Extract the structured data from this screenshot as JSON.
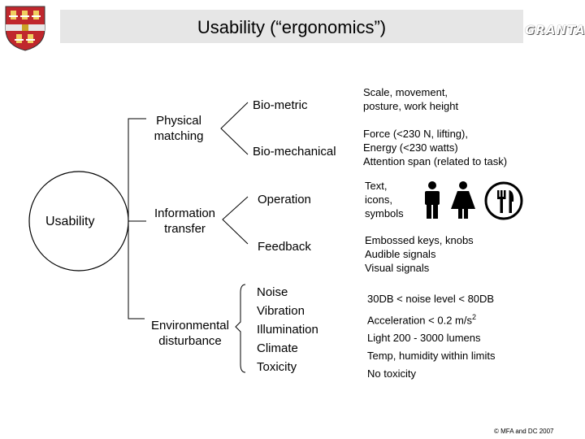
{
  "title": "Usability  (“ergonomics”)",
  "logo_right": "GRANTA",
  "usability": "Usability",
  "branches": {
    "physical": "Physical\nmatching",
    "information": "Information\ntransfer",
    "environmental": "Environmental\ndisturbance"
  },
  "physical_items": {
    "biometric": "Bio-metric",
    "biomechanical": "Bio-mechanical"
  },
  "information_items": {
    "operation": "Operation",
    "feedback": "Feedback"
  },
  "environmental_items": [
    "Noise",
    "Vibration",
    "Illumination",
    "Climate",
    "Toxicity"
  ],
  "descriptions": {
    "biometric": "Scale, movement,\nposture, work height",
    "biomechanical": "Force (<230 N, lifting),\nEnergy (<230 watts)\nAttention span (related to task)",
    "operation": "Text,\nicons,\nsymbols",
    "feedback": "Embossed keys, knobs\nAudible signals\nVisual signals"
  },
  "environment_specs": {
    "noise": "30DB < noise level < 80DB",
    "vibration_prefix": "Acceleration < 0.2 m/s",
    "vibration_sup": "2",
    "illumination": "Light 200 - 3000 lumens",
    "climate": "Temp, humidity within limits",
    "toxicity": "No toxicity"
  },
  "footer": "© MFA and DC 2007",
  "icons": [
    "man-icon",
    "woman-icon",
    "restaurant-icon"
  ]
}
